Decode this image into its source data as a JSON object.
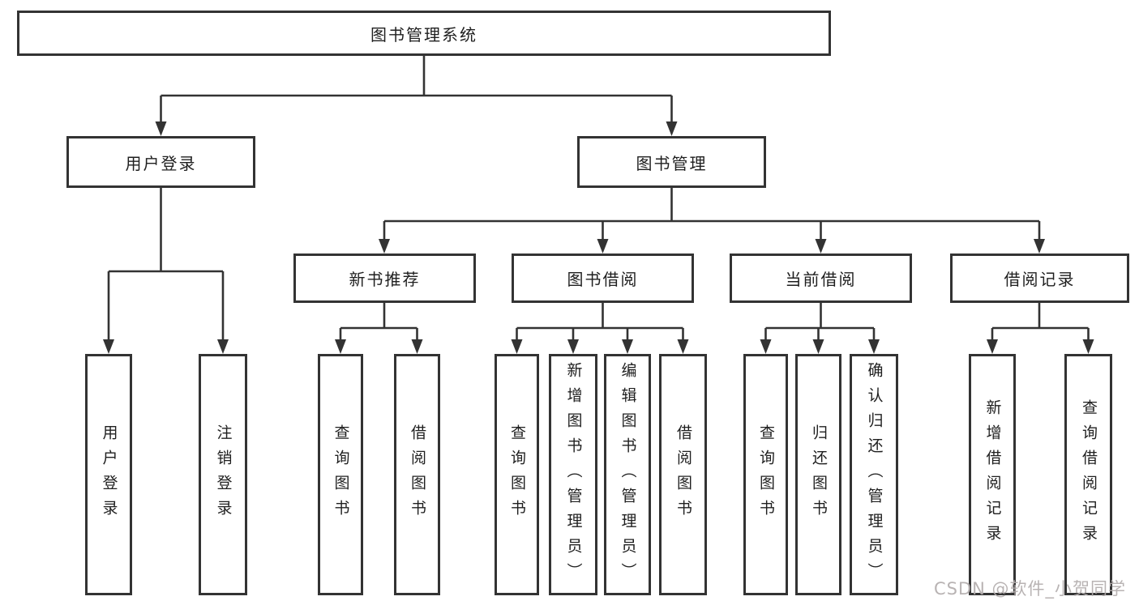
{
  "tree": {
    "root": {
      "label": "图书管理系统"
    },
    "branches": [
      {
        "label": "用户登录",
        "children": [
          "用户登录",
          "注销登录"
        ]
      },
      {
        "label": "图书管理",
        "groups": [
          {
            "label": "新书推荐",
            "children": [
              "查询图书",
              "借阅图书"
            ]
          },
          {
            "label": "图书借阅",
            "children": [
              "查询图书",
              "新增图书（管理员）",
              "编辑图书（管理员）",
              "借阅图书"
            ]
          },
          {
            "label": "当前借阅",
            "children": [
              "查询图书",
              "归还图书",
              "确认归还（管理员）"
            ]
          },
          {
            "label": "借阅记录",
            "children": [
              "新增借阅记录",
              "查询借阅记录"
            ]
          }
        ]
      }
    ]
  },
  "watermark": {
    "text": "CSDN @软件_小贺同学"
  },
  "colors": {
    "line": "#333333",
    "text": "#1f1f1f",
    "watermark": "#b3adad",
    "background": "#ffffff"
  }
}
